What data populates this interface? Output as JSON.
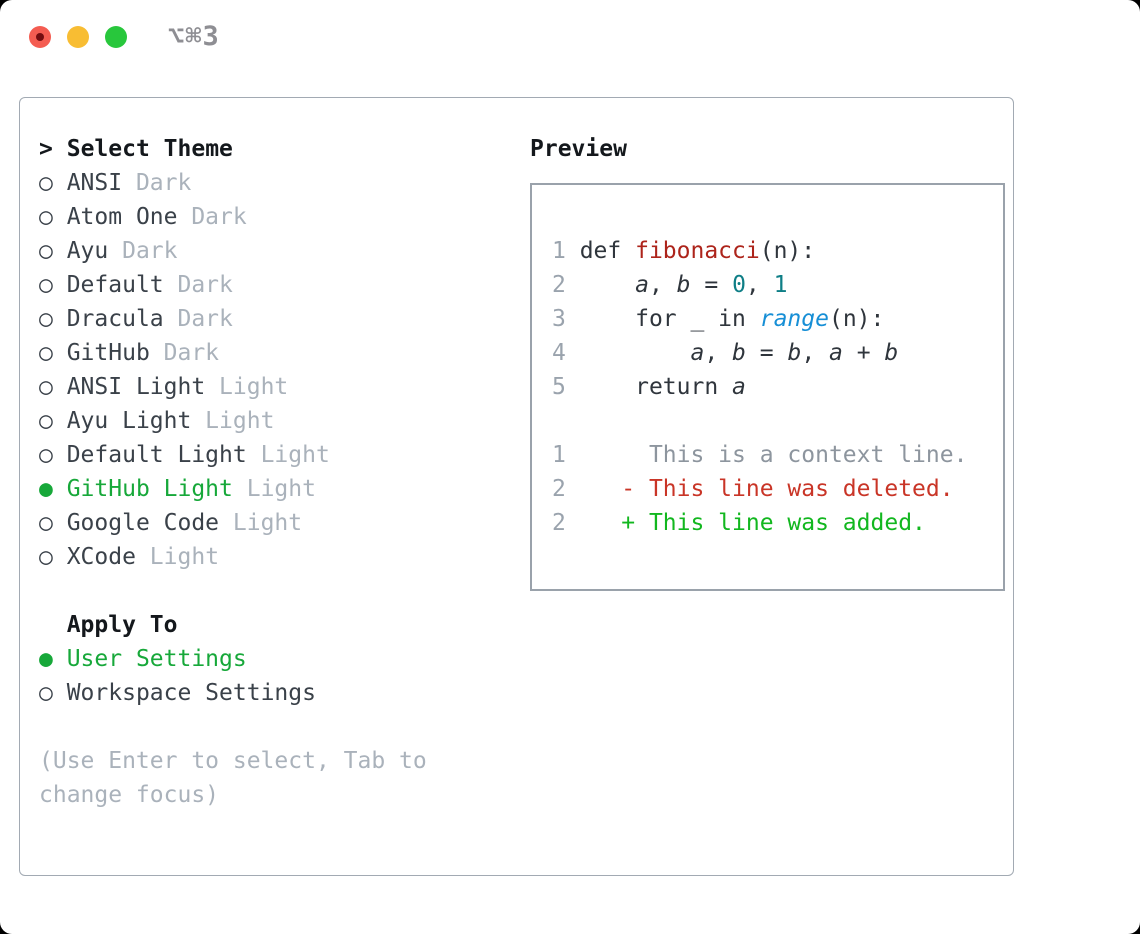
{
  "colors": {
    "ui_green": "#17a83a",
    "text": "#3a4149",
    "muted": "#aab2bb",
    "heading": "#14181c",
    "lineno": "#9aa3ad",
    "code": "#2f353c",
    "function_red": "#ad241b",
    "number_teal": "#0e7e86",
    "builtin_blue": "#178fd6",
    "context_gray": "#8d959e",
    "deleted_red": "#c93527",
    "added_green": "#12b71f",
    "traffic_red": "#f45c51",
    "traffic_yellow": "#f8bd33",
    "traffic_green": "#28c73c",
    "border_gray": "#9aa2ab"
  },
  "window": {
    "title_shortcut": "⌥⌘3"
  },
  "icons": {
    "prompt": ">",
    "selected_radio": "●",
    "unselected_radio": "○",
    "close_icon": "traffic-red-circle",
    "minimize_icon": "traffic-yellow-circle",
    "zoom_icon": "traffic-green-circle"
  },
  "theme_picker": {
    "title": "Select Theme",
    "themes": [
      {
        "name": "ANSI",
        "tag": "Dark",
        "selected": false
      },
      {
        "name": "Atom One",
        "tag": "Dark",
        "selected": false
      },
      {
        "name": "Ayu",
        "tag": "Dark",
        "selected": false
      },
      {
        "name": "Default",
        "tag": "Dark",
        "selected": false
      },
      {
        "name": "Dracula",
        "tag": "Dark",
        "selected": false
      },
      {
        "name": "GitHub",
        "tag": "Dark",
        "selected": false
      },
      {
        "name": "ANSI Light",
        "tag": "Light",
        "selected": false
      },
      {
        "name": "Ayu Light",
        "tag": "Light",
        "selected": false
      },
      {
        "name": "Default Light",
        "tag": "Light",
        "selected": false
      },
      {
        "name": "GitHub Light",
        "tag": "Light",
        "selected": true
      },
      {
        "name": "Google Code",
        "tag": "Light",
        "selected": false
      },
      {
        "name": "XCode",
        "tag": "Light",
        "selected": false
      }
    ],
    "apply_to": {
      "title": "Apply To",
      "options": [
        {
          "name": "User Settings",
          "selected": true
        },
        {
          "name": "Workspace Settings",
          "selected": false
        }
      ]
    },
    "hint_lines": [
      "(Use Enter to select, Tab to",
      "change focus)"
    ]
  },
  "preview": {
    "title": "Preview",
    "lines": [
      {
        "num": "1",
        "segments": [
          {
            "t": "def ",
            "c": "code"
          },
          {
            "t": "fibonacci",
            "c": "function_red"
          },
          {
            "t": "(n):",
            "c": "code"
          }
        ]
      },
      {
        "num": "2",
        "segments": [
          {
            "t": "    ",
            "c": "code"
          },
          {
            "t": "a",
            "c": "code",
            "i": true
          },
          {
            "t": ", ",
            "c": "code"
          },
          {
            "t": "b",
            "c": "code",
            "i": true
          },
          {
            "t": " = ",
            "c": "code"
          },
          {
            "t": "0",
            "c": "number_teal"
          },
          {
            "t": ", ",
            "c": "code"
          },
          {
            "t": "1",
            "c": "number_teal"
          }
        ]
      },
      {
        "num": "3",
        "segments": [
          {
            "t": "    for _ in ",
            "c": "code"
          },
          {
            "t": "range",
            "c": "builtin_blue",
            "i": true
          },
          {
            "t": "(n):",
            "c": "code"
          }
        ]
      },
      {
        "num": "4",
        "segments": [
          {
            "t": "        ",
            "c": "code"
          },
          {
            "t": "a",
            "c": "code",
            "i": true
          },
          {
            "t": ", ",
            "c": "code"
          },
          {
            "t": "b",
            "c": "code",
            "i": true
          },
          {
            "t": " = ",
            "c": "code"
          },
          {
            "t": "b",
            "c": "code",
            "i": true
          },
          {
            "t": ", ",
            "c": "code"
          },
          {
            "t": "a",
            "c": "code",
            "i": true
          },
          {
            "t": " + ",
            "c": "code"
          },
          {
            "t": "b",
            "c": "code",
            "i": true
          }
        ]
      },
      {
        "num": "5",
        "segments": [
          {
            "t": "    return ",
            "c": "code"
          },
          {
            "t": "a",
            "c": "code",
            "i": true
          }
        ]
      },
      {
        "num": "",
        "segments": []
      },
      {
        "num": "1",
        "segments": [
          {
            "t": "     This is a context line.",
            "c": "context_gray"
          }
        ]
      },
      {
        "num": "2",
        "segments": [
          {
            "t": "   - This line was deleted.",
            "c": "deleted_red"
          }
        ]
      },
      {
        "num": "2",
        "segments": [
          {
            "t": "   + This line was added.",
            "c": "added_green"
          }
        ]
      }
    ]
  }
}
